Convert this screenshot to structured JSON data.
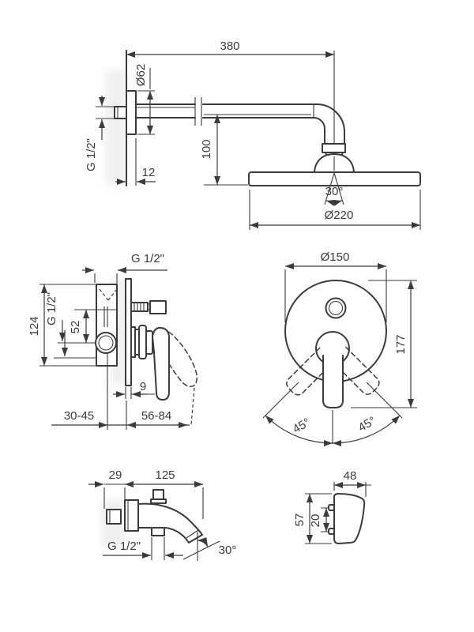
{
  "drawing_title": "shower-set-dimension-drawing",
  "colors": {
    "line": "#3b3b3b",
    "background": "#ffffff",
    "shading": "#e9e9e9"
  },
  "views": {
    "shower_arm": {
      "name": "wall shower arm with overhead shower",
      "dims": {
        "length": "380",
        "flange_diameter": "Ø62",
        "wall_thread": "G 1/2\"",
        "flange_depth": "12",
        "head_drop": "100",
        "tilt_angle": "30°",
        "head_diameter": "Ø220"
      }
    },
    "mixer_side": {
      "name": "concealed mixer side view",
      "dims": {
        "top_thread": "G 1/2\"",
        "body_height": "124",
        "inlet_thread": "G 1/2\"",
        "port_spacing": "52",
        "plate_thickness": "9",
        "install_depth": "30-45",
        "handle_projection": "56-84"
      }
    },
    "mixer_front": {
      "name": "concealed mixer front view",
      "dims": {
        "rosette_diameter": "Ø150",
        "overall_height": "177",
        "swing_left": "45°",
        "swing_right": "45°"
      }
    },
    "spout_side": {
      "name": "tub spout side view",
      "dims": {
        "wall_distance": "29",
        "projection": "125",
        "thread": "G 1/2\"",
        "outlet_angle": "30°"
      }
    },
    "spout_profile": {
      "name": "tub spout profile view",
      "dims": {
        "width": "48",
        "height": "57",
        "port_spacing": "20"
      }
    }
  }
}
